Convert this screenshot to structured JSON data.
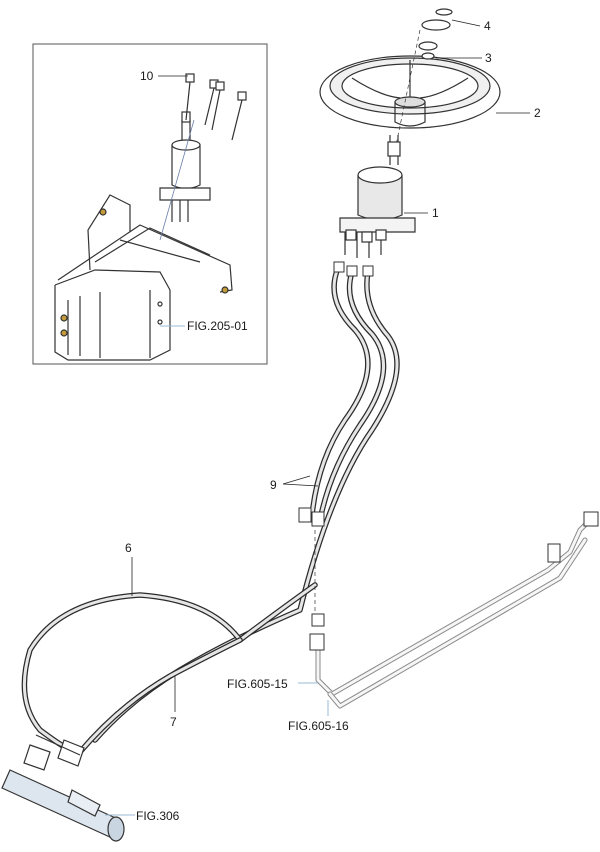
{
  "callouts": {
    "part_1": "1",
    "part_2": "2",
    "part_3": "3",
    "part_4": "4",
    "part_6": "6",
    "part_7": "7",
    "part_9": "9",
    "part_10": "10"
  },
  "references": {
    "fig_205_01": "FIG.205-01",
    "fig_605_15": "FIG.605-15",
    "fig_605_16": "FIG.605-16",
    "fig_306": "FIG.306"
  },
  "colors": {
    "line": "#333333",
    "reference_line": "#9bbad6",
    "hose": "#2b2b2b",
    "tube": "#8a8a8a"
  }
}
